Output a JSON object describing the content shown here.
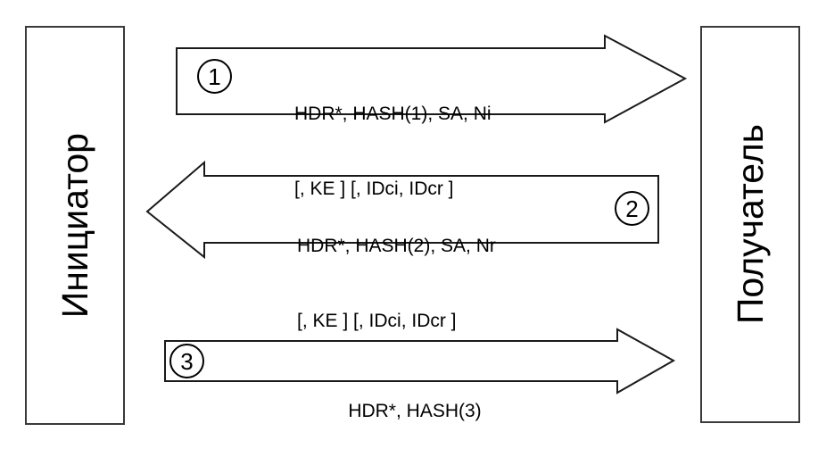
{
  "diagram": {
    "title": "IKE Quick Mode exchange",
    "background_color": "#ffffff",
    "line_color": "#1a1a1a",
    "text_color": "#000000"
  },
  "parties": {
    "left": {
      "name": "initiator",
      "label": "Инициатор"
    },
    "right": {
      "name": "recipient",
      "label": "Получатель"
    }
  },
  "messages": [
    {
      "step": "1",
      "direction": "right",
      "line1": "HDR*, HASH(1), SA, Ni",
      "line2": "[, KE ] [, IDci, IDcr ]"
    },
    {
      "step": "2",
      "direction": "left",
      "line1": "HDR*, HASH(2), SA, Nr",
      "line2": "[, KE ] [, IDci, IDcr ]"
    },
    {
      "step": "3",
      "direction": "right",
      "line1": "HDR*, HASH(3)",
      "line2": ""
    }
  ]
}
